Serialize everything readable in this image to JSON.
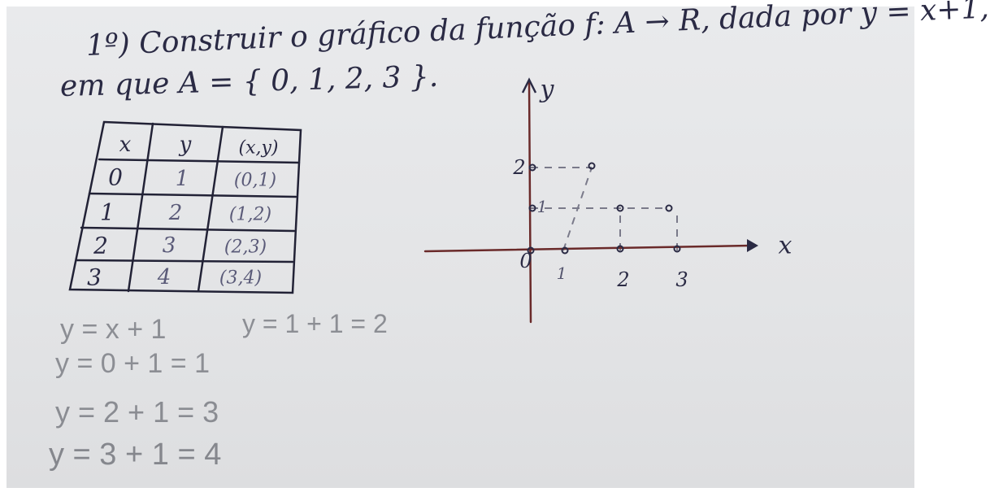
{
  "heading": {
    "line1": "1º) Construir o gráfico da função f: A → R, dada por y = x+1,",
    "line2": "em que A = { 0, 1, 2, 3 }."
  },
  "table": {
    "headers": [
      "x",
      "y",
      "(x,y)"
    ],
    "rows": [
      [
        "0",
        "1",
        "(0,1)"
      ],
      [
        "1",
        "2",
        "(1,2)"
      ],
      [
        "2",
        "3",
        "(2,3)"
      ],
      [
        "3",
        "4",
        "(3,4)"
      ]
    ]
  },
  "work": {
    "formula": "y = x + 1",
    "side": "y = 1 + 1 = 2",
    "lines": [
      "y = 0 + 1 = 1",
      "y = 2 + 1 = 3",
      "y = 3 + 1 = 4"
    ]
  },
  "graph": {
    "x_axis_label": "x",
    "y_axis_label": "y",
    "origin_label": "0",
    "x_ticks": [
      "1",
      "2",
      "3"
    ],
    "y_ticks": [
      "1",
      "2"
    ],
    "colors": {
      "axis": "#6a2a2a",
      "ink": "#2a2a44",
      "dashed": "#7a7a8a"
    }
  }
}
